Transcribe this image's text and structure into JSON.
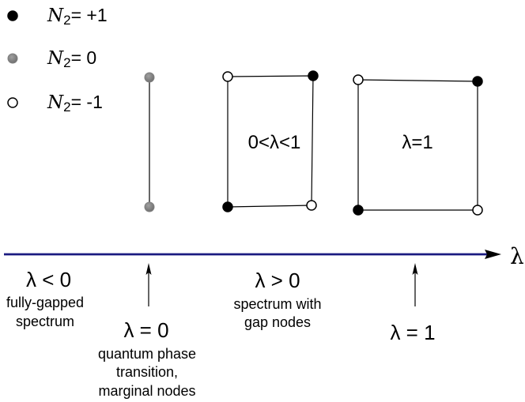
{
  "colors": {
    "plus_one": "#000000",
    "zero": "#808080",
    "minus_one": "#ffffff",
    "axis": "#1a1a80",
    "line": "#000000"
  },
  "legend": [
    {
      "symbol": "N",
      "subscript": "2",
      "value": "= +1",
      "marker": "filled-black"
    },
    {
      "symbol": "N",
      "subscript": "2",
      "value": "= 0",
      "marker": "filled-gray"
    },
    {
      "symbol": "N",
      "subscript": "2",
      "value": "= -1",
      "marker": "open-white"
    }
  ],
  "shapes": {
    "square_middle_label": "0<λ<1",
    "square_right_label": "λ=1"
  },
  "axis": {
    "symbol": "λ"
  },
  "regions": {
    "negative": {
      "title": "λ < 0",
      "desc_line1": "fully-gapped",
      "desc_line2": "spectrum"
    },
    "zero": {
      "title": "λ = 0",
      "desc_line1": "quantum phase",
      "desc_line2": "transition,",
      "desc_line3": "marginal nodes"
    },
    "positive": {
      "title": "λ > 0",
      "desc_line1": "spectrum with",
      "desc_line2": "gap nodes"
    },
    "one": {
      "title": "λ = 1"
    }
  }
}
